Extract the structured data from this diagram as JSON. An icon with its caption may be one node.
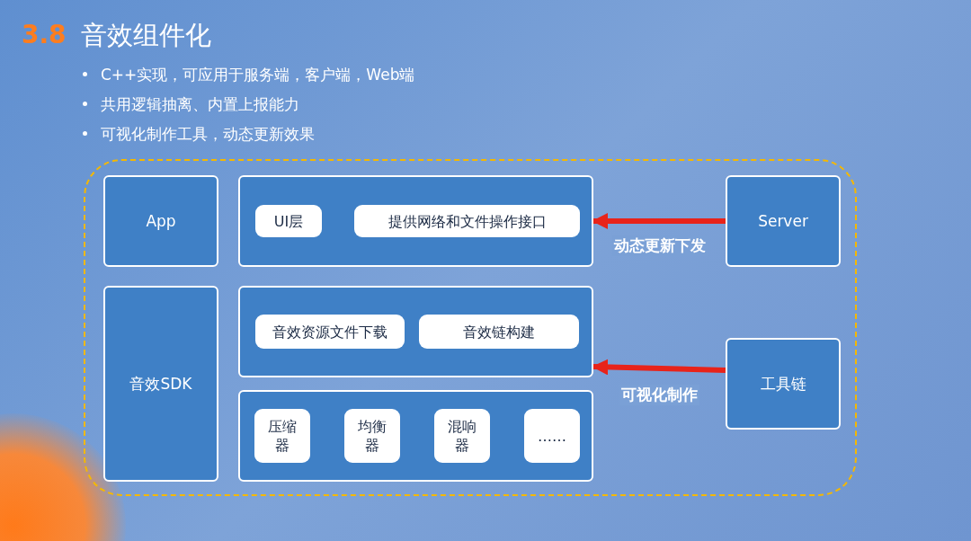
{
  "diagram": {
    "title": "音效组件化",
    "nodes": [
      {
        "text": [],
        "shape": "box"
      },
      {
        "text": [
          "App"
        ],
        "in": 0
      },
      {
        "text": [],
        "shape": "box",
        "in": 0
      },
      {
        "text": [
          "UI层"
        ],
        "in": 2
      },
      {
        "text": [
          "提供网络和文件操作接口"
        ],
        "in": 2
      },
      {
        "text": [
          "Server"
        ],
        "in": 0
      },
      {
        "text": [
          "音效SDK"
        ],
        "in": 0
      },
      {
        "text": [],
        "shape": "box",
        "in": 0
      },
      {
        "text": [
          "音效资源文件下载"
        ],
        "in": 7
      },
      {
        "text": [
          "音效链构建"
        ],
        "in": 7
      },
      {
        "text": [],
        "shape": "box",
        "in": 0
      },
      {
        "text": [
          "压缩器"
        ],
        "in": 10
      },
      {
        "text": [
          "均衡器"
        ],
        "in": 10
      },
      {
        "text": [
          "混响器"
        ],
        "in": 10
      },
      {
        "text": [
          "……"
        ],
        "in": 10
      },
      {
        "text": [
          "工具链"
        ],
        "in": 0
      }
    ],
    "edges": [
      {
        "from": 5,
        "to": 2,
        "arrow": "to",
        "label": "动态更新下发",
        "color": "#e8231a"
      },
      {
        "from": 15,
        "to": 7,
        "arrow": "to",
        "label": "可视化制作",
        "color": "#e8231a"
      }
    ],
    "labels": [
      "3.8",
      "C++实现，可应用于服务端，客户端，Web端",
      "共用逻辑抽离、内置上报能力",
      "可视化制作工具，动态更新效果"
    ]
  }
}
